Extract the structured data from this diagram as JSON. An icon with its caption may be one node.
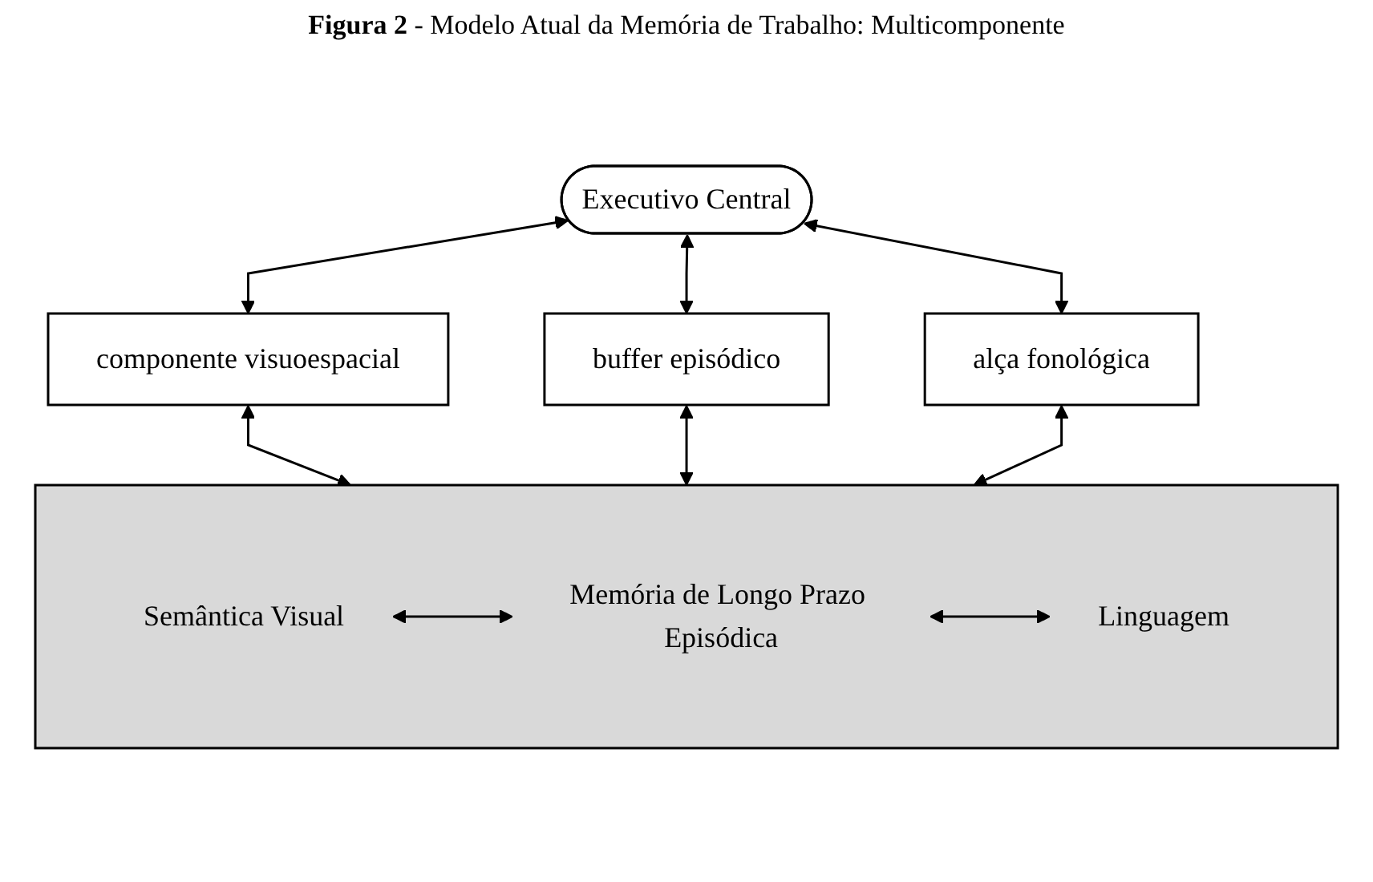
{
  "diagram": {
    "title": "**Figura 2** - Modelo Atual da Memória de Trabalho: Multicomponente",
    "nodes": [
      {
        "text": [
          "Executivo Central"
        ]
      },
      {
        "text": [
          "componente visuoespacial"
        ]
      },
      {
        "text": [
          "buffer episódico"
        ]
      },
      {
        "text": [
          "alça fonológica"
        ]
      },
      {
        "text": [],
        "shape": "box"
      },
      {
        "text": [
          "Semântica Visual"
        ],
        "in": 4
      },
      {
        "text": [
          "Memória de Longo Prazo Episódica"
        ],
        "in": 4
      },
      {
        "text": [
          "Linguagem"
        ],
        "in": 4
      }
    ],
    "edges": [
      {
        "from": 0,
        "to": 1,
        "arrow": "both"
      },
      {
        "from": 0,
        "to": 2,
        "arrow": "both"
      },
      {
        "from": 0,
        "to": 3,
        "arrow": "both"
      },
      {
        "from": 1,
        "to": 4,
        "arrow": "both"
      },
      {
        "from": 2,
        "to": 4,
        "arrow": "both"
      },
      {
        "from": 3,
        "to": 4,
        "arrow": "both"
      },
      {
        "from": 5,
        "to": 6,
        "arrow": "both"
      },
      {
        "from": 6,
        "to": 7,
        "arrow": "both"
      }
    ]
  }
}
